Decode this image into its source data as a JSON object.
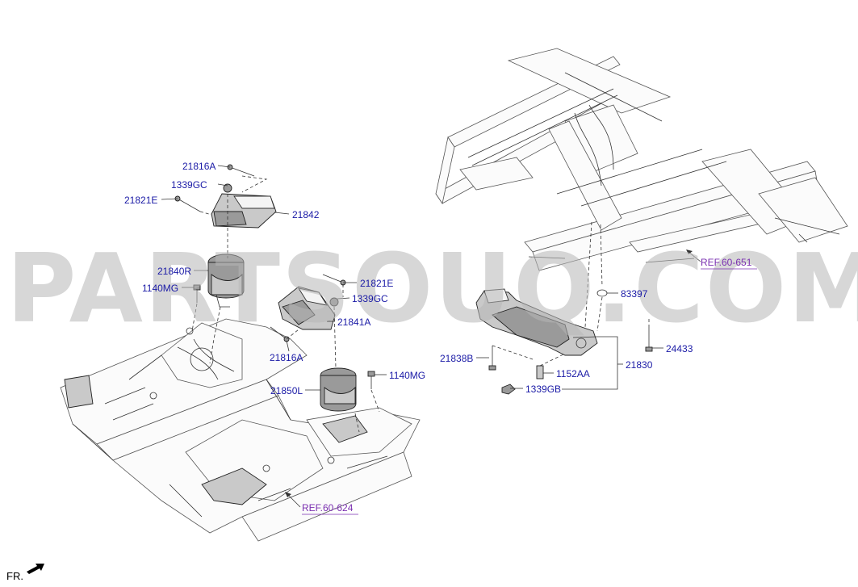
{
  "watermark": "PARTSOUQ.COM",
  "direction_label": "FR.",
  "references": [
    {
      "id": "ref-60-651",
      "text": "REF.60-651"
    },
    {
      "id": "ref-60-624",
      "text": "REF.60-624"
    }
  ],
  "part_labels": [
    {
      "id": "21816A-top",
      "text": "21816A"
    },
    {
      "id": "1339GC-top",
      "text": "1339GC"
    },
    {
      "id": "21821E-top",
      "text": "21821E"
    },
    {
      "id": "21842",
      "text": "21842"
    },
    {
      "id": "21840R",
      "text": "21840R"
    },
    {
      "id": "1140MG-left",
      "text": "1140MG"
    },
    {
      "id": "21821E-mid",
      "text": "21821E"
    },
    {
      "id": "1339GC-mid",
      "text": "1339GC"
    },
    {
      "id": "21841A",
      "text": "21841A"
    },
    {
      "id": "21816A-mid",
      "text": "21816A"
    },
    {
      "id": "1140MG-right",
      "text": "1140MG"
    },
    {
      "id": "21850L",
      "text": "21850L"
    },
    {
      "id": "83397",
      "text": "83397"
    },
    {
      "id": "24433",
      "text": "24433"
    },
    {
      "id": "21838B",
      "text": "21838B"
    },
    {
      "id": "1152AA",
      "text": "1152AA"
    },
    {
      "id": "21830",
      "text": "21830"
    },
    {
      "id": "1339GB",
      "text": "1339GB"
    }
  ]
}
